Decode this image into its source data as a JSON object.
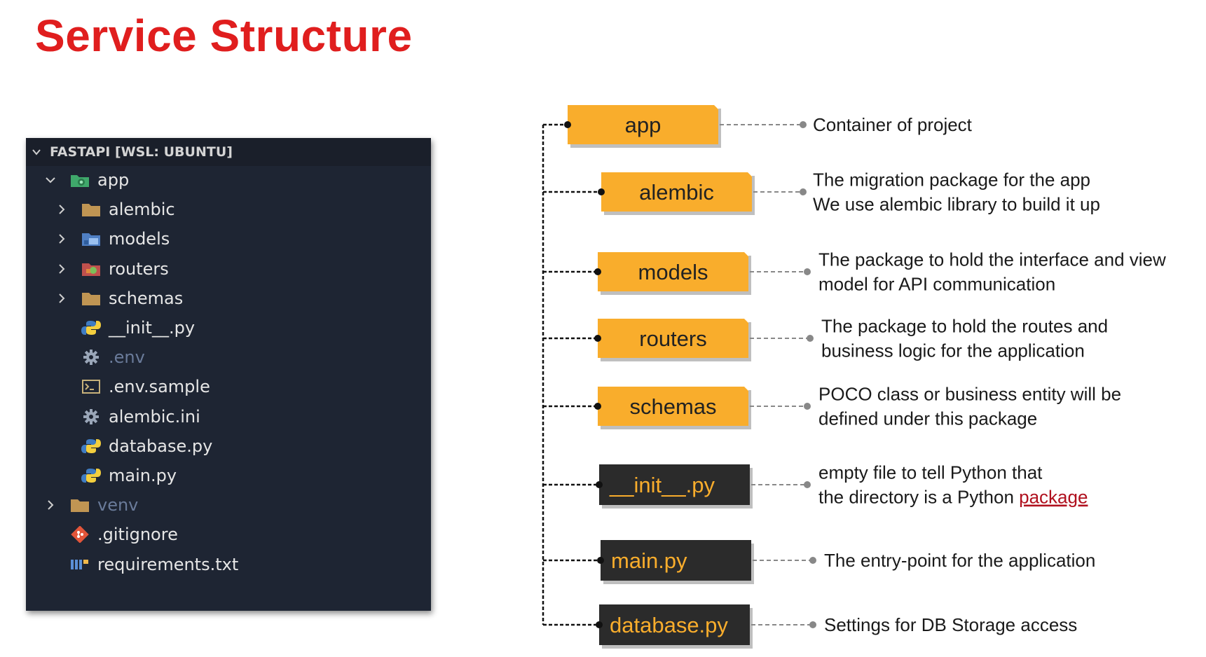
{
  "title": "Service Structure",
  "explorer": {
    "header": "FASTAPI [WSL: UBUNTU]",
    "items": [
      {
        "label": "app",
        "chevron": "down",
        "icon": "app-folder-icon",
        "indent": 1,
        "dim": false
      },
      {
        "label": "alembic",
        "chevron": "right",
        "icon": "folder-icon",
        "indent": 2,
        "dim": false
      },
      {
        "label": "models",
        "chevron": "right",
        "icon": "models-folder-icon",
        "indent": 2,
        "dim": false
      },
      {
        "label": "routers",
        "chevron": "right",
        "icon": "routers-folder-icon",
        "indent": 2,
        "dim": false
      },
      {
        "label": "schemas",
        "chevron": "right",
        "icon": "folder-icon",
        "indent": 2,
        "dim": false
      },
      {
        "label": "__init__.py",
        "chevron": "none",
        "icon": "python-icon",
        "indent": 2,
        "dim": false
      },
      {
        "label": ".env",
        "chevron": "none",
        "icon": "gear-icon",
        "indent": 2,
        "dim": true
      },
      {
        "label": ".env.sample",
        "chevron": "none",
        "icon": "terminal-icon",
        "indent": 2,
        "dim": false
      },
      {
        "label": "alembic.ini",
        "chevron": "none",
        "icon": "gear-icon",
        "indent": 2,
        "dim": false
      },
      {
        "label": "database.py",
        "chevron": "none",
        "icon": "python-icon",
        "indent": 2,
        "dim": false
      },
      {
        "label": "main.py",
        "chevron": "none",
        "icon": "python-icon",
        "indent": 2,
        "dim": false
      },
      {
        "label": "venv",
        "chevron": "right",
        "icon": "folder-icon",
        "indent": 1,
        "dim": true
      },
      {
        "label": ".gitignore",
        "chevron": "none",
        "icon": "git-icon",
        "indent": 1,
        "dim": false
      },
      {
        "label": "requirements.txt",
        "chevron": "none",
        "icon": "pip-icon",
        "indent": 1,
        "dim": false
      }
    ]
  },
  "diagram": {
    "nodes": [
      {
        "id": "app",
        "label": "app",
        "style": "folder",
        "lines": [
          "Container of project"
        ]
      },
      {
        "id": "alembic",
        "label": "alembic",
        "style": "folder",
        "lines": [
          "The migration package for the app",
          "We use alembic library to build it up"
        ]
      },
      {
        "id": "models",
        "label": "models",
        "style": "folder",
        "lines": [
          "The package to hold the interface and view",
          "model for API communication"
        ]
      },
      {
        "id": "routers",
        "label": "routers",
        "style": "folder",
        "lines": [
          "The package to hold the routes and",
          "business logic for the application"
        ]
      },
      {
        "id": "schemas",
        "label": "schemas",
        "style": "folder",
        "lines": [
          "POCO class or business entity will be",
          "defined under this package"
        ]
      },
      {
        "id": "init",
        "label": "__init__.py",
        "style": "file",
        "lines": [
          "empty file to tell Python that",
          "the directory is a Python "
        ],
        "link": "package"
      },
      {
        "id": "main",
        "label": "main.py",
        "style": "file",
        "lines": [
          "The entry-point for the application"
        ]
      },
      {
        "id": "database",
        "label": "database.py",
        "style": "file",
        "lines": [
          "Settings for DB Storage access"
        ]
      }
    ]
  },
  "colors": {
    "title": "#e01e1e",
    "folder_box": "#f9ad2c",
    "folder_text": "#222222",
    "file_box": "#2b2b2b",
    "file_text": "#f9ad2c",
    "connector": "#111111",
    "leader": "#888888",
    "link": "#b0101e",
    "explorer_bg": "#1e2533"
  }
}
